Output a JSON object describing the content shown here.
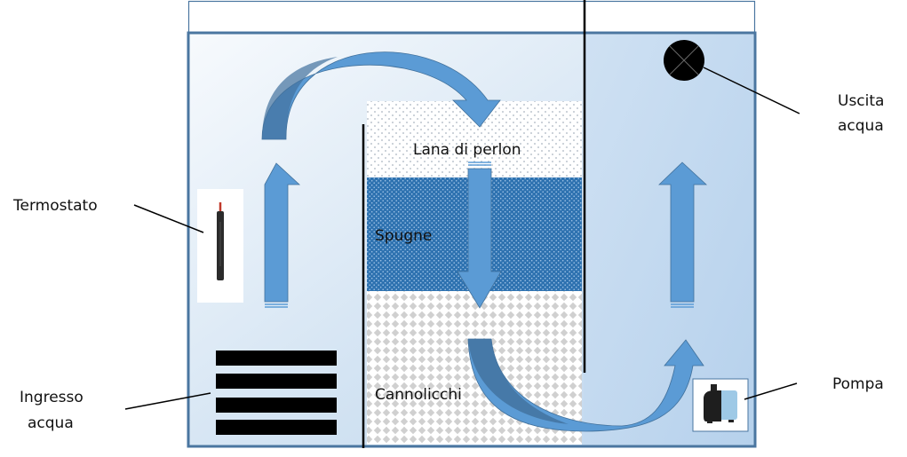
{
  "diagram": {
    "title": "Filtro aquarium sump schematic",
    "labels": {
      "thermostat": "Termostato",
      "water_out_line1": "Uscita",
      "water_out_line2": "acqua",
      "water_in_line1": "Ingresso",
      "water_in_line2": "acqua",
      "pump": "Pompa"
    },
    "media": [
      {
        "name": "Lana di perlon",
        "pattern": "fine-dots"
      },
      {
        "name": "Spugne",
        "pattern": "dense-dots-blue"
      },
      {
        "name": "Cannolicchi",
        "pattern": "diamond-grid"
      }
    ],
    "colors": {
      "tank_border": "#4a76a0",
      "arrow_fill": "#5b9bd5",
      "arrow_dark": "#41719c",
      "sponge_blue": "#2e75b6",
      "tank_light": "#f4f8fc",
      "tank_mid": "#cfe0f1",
      "tank_right": "#bcd6ee"
    },
    "icons": [
      "thermostat-heater-icon",
      "water-outlet-icon",
      "water-inlet-grate-icon",
      "pump-icon"
    ]
  }
}
